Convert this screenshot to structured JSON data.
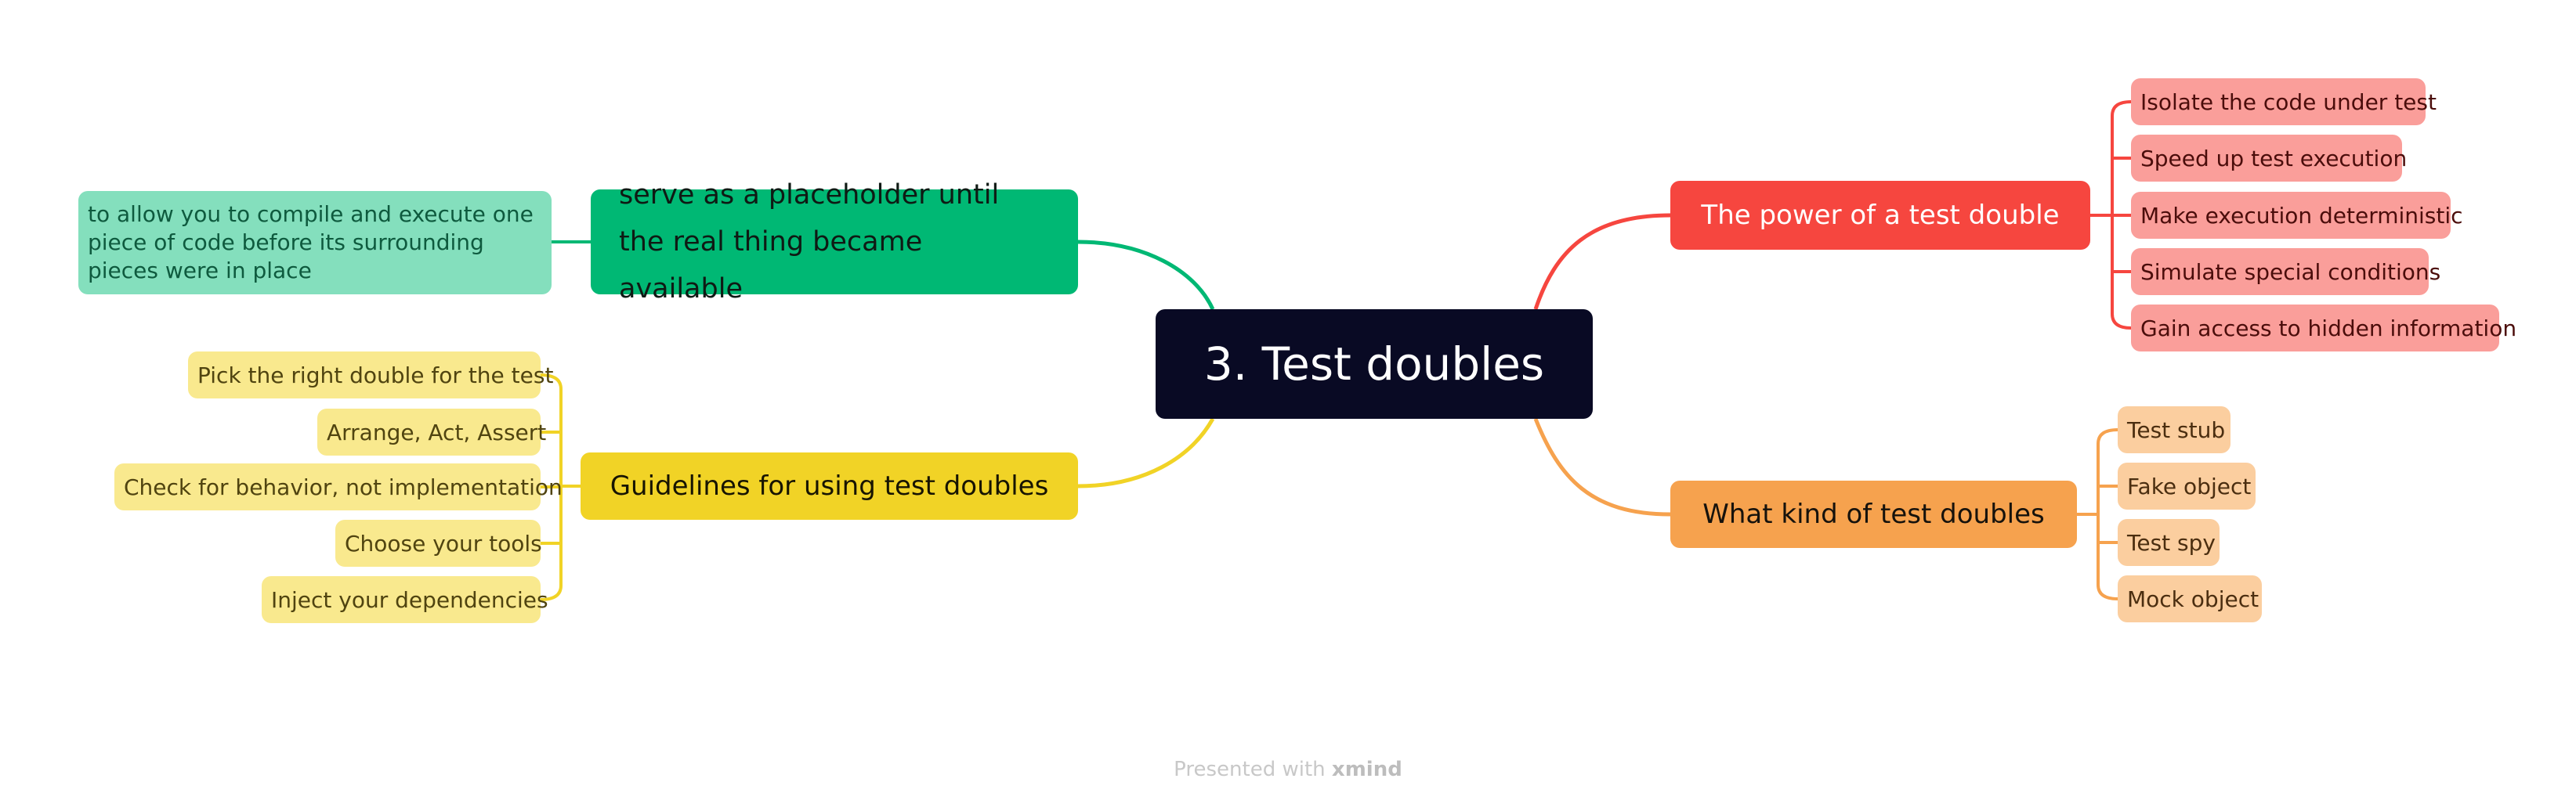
{
  "central_topic": "3. Test doubles",
  "colors": {
    "green_branch": "#00b874",
    "yellow_branch": "#f1d326",
    "red_branch": "#f6463f",
    "orange_branch": "#f6a24e",
    "central": "#090a24"
  },
  "branches": {
    "placeholder": {
      "label": "serve as a placeholder until the real thing became available",
      "detail": "to allow you to compile and execute one piece of code before its surrounding pieces were in place"
    },
    "guidelines": {
      "label": "Guidelines for using test doubles",
      "items": [
        "Pick the right double for the test",
        "Arrange, Act, Assert",
        "Check for behavior, not implementation",
        "Choose your tools",
        "Inject your dependencies"
      ]
    },
    "power": {
      "label": "The power of a test double",
      "items": [
        "Isolate the code under test",
        "Speed up test execution",
        "Make execution deterministic",
        "Simulate special conditions",
        "Gain access to hidden information"
      ]
    },
    "kinds": {
      "label": "What kind of test doubles",
      "items": [
        "Test stub",
        "Fake object",
        "Test spy",
        "Mock object"
      ]
    }
  },
  "footer": {
    "prefix": "Presented with",
    "brand": "xmind"
  }
}
